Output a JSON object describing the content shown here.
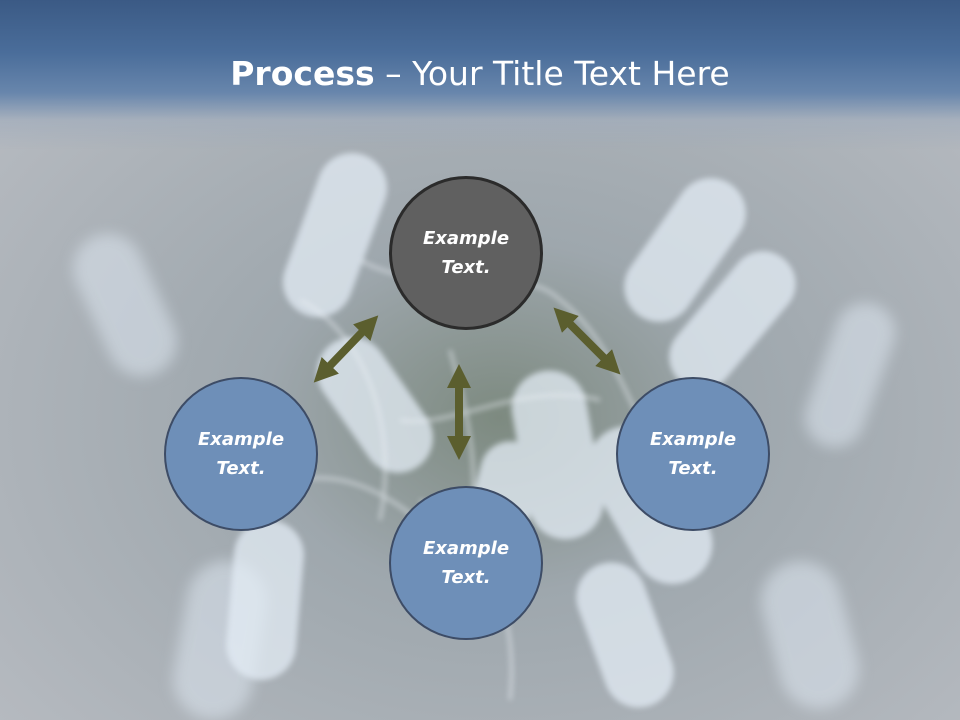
{
  "slide": {
    "title_bold": "Process",
    "title_rest": " – Your Title Text Here"
  },
  "nodes": {
    "top": "Example Text.",
    "left": "Example Text.",
    "right": "Example Text.",
    "bottom": "Example Text."
  },
  "colors": {
    "title_bar": "#4a6d9a",
    "node_blue": "#6e8fb8",
    "node_center": "#606060",
    "arrow": "#5b5e2e"
  }
}
